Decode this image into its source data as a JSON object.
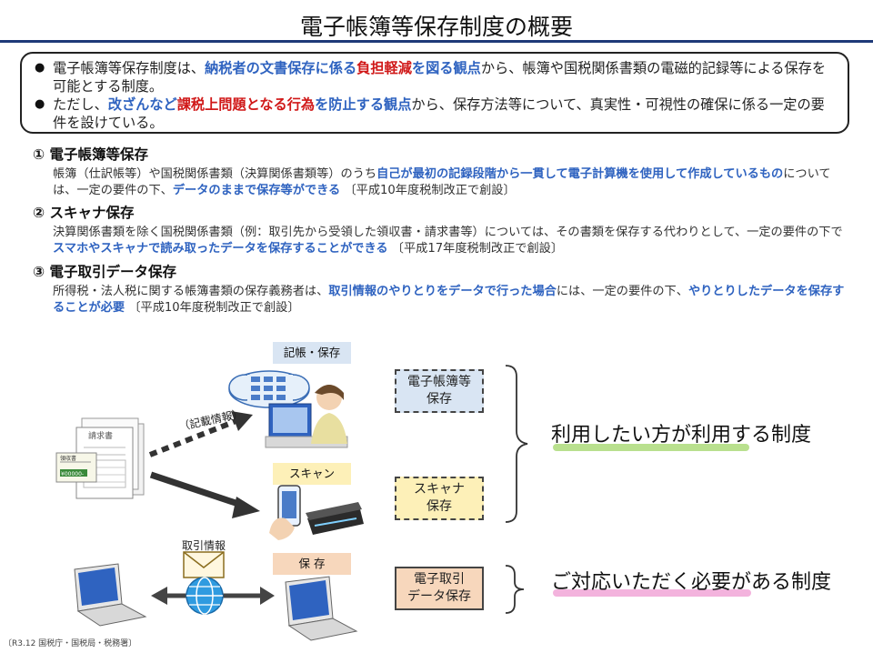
{
  "title": "電子帳簿等保存制度の概要",
  "summary": {
    "bullet1": {
      "p1": "電子帳簿等保存制度は、",
      "p2": "納税者の文書保存に係る",
      "p3": "負担軽減",
      "p4": "を図る観点",
      "p5": "から、帳簿や国税関係書類の電磁的記録等による保存を可能とする制度。"
    },
    "bullet2": {
      "p1": "ただし、",
      "p2": "改ざんなど",
      "p3": "課税上問題となる行為",
      "p4": "を防止する観点",
      "p5": "から、保存方法等について、真実性・可視性の確保に係る一定の要件を設けている。"
    }
  },
  "sections": [
    {
      "heading": "① 電子帳簿等保存",
      "p1": "帳簿（仕訳帳等）や国税関係書類（決算関係書類等）のうち",
      "p2": "自己が最初の記録段階から一貫して電子計算機を使用して作成しているもの",
      "p3": "については、一定の要件の下、",
      "p4": "データのままで保存等ができる",
      "p5": "〔平成10年度税制改正で創設〕"
    },
    {
      "heading": "② スキャナ保存",
      "p1": "決算関係書類を除く国税関係書類（例：取引先から受領した領収書・請求書等）については、その書類を保存する代わりとして、一定の要件の下で",
      "p2": "スマホやスキャナで読み取ったデータを保存することができる",
      "p3": "〔平成17年度税制改正で創設〕"
    },
    {
      "heading": "③ 電子取引データ保存",
      "p1": "所得税・法人税に関する帳簿書類の保存義務者は、",
      "p2": "取引情報のやりとりをデータで行った場合",
      "p3": "には、一定の要件の下、",
      "p4": "やりとりしたデータを保存することが必要",
      "p5": "〔平成10年度税制改正で創設〕"
    }
  ],
  "diagram": {
    "label_record": "記帳・保存",
    "label_scan": "スキャン",
    "label_save": "保 存",
    "recorded_info": "（記載情報）",
    "transaction_info": "取引情報",
    "invoice_label": "請求書",
    "receipt_label": "領収書",
    "receipt_amount": "¥00000-",
    "box1_line1": "電子帳簿等",
    "box1_line2": "保存",
    "box2_line1": "スキャナ",
    "box2_line2": "保存",
    "box3_line1": "電子取引",
    "box3_line2": "データ保存",
    "system_optional": "利用したい方が利用する制度",
    "system_required": "ご対応いただく必要がある制度"
  },
  "footnote": "〔R3.12 国税庁・国税局・税務署〕",
  "colors": {
    "accent_blue": "#2f63c0",
    "accent_red": "#d01818",
    "title_rule": "#1f3a78",
    "box_blue": "#d9e5f3",
    "box_yellow": "#fdf0b8",
    "box_orange": "#f7d7bc",
    "highlight_green": "#b9e08e",
    "highlight_pink": "#f3b3dd"
  },
  "icons": [
    "invoice-documents-icon",
    "person-computer-icon",
    "cloud-data-icon",
    "smartphone-scan-icon",
    "scanner-icon",
    "laptop-icon",
    "envelope-icon",
    "globe-icon"
  ]
}
